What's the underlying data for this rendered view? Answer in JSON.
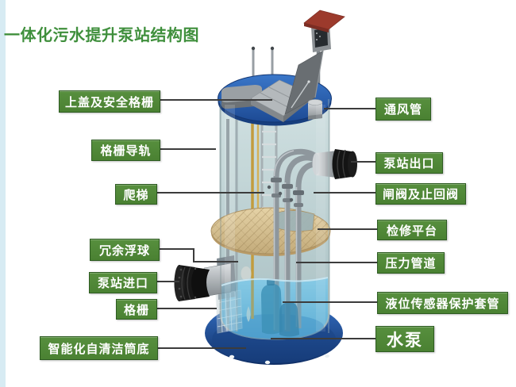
{
  "title": "一体化污水提升泵站结构图",
  "colors": {
    "title_green": "#3f8f3c",
    "label_bg": "#4e8938",
    "label_border": "#2e5c22",
    "label_text": "#ffffff",
    "leader_line": "#3c3c3c",
    "lid_blue": "#2b5fae",
    "base_blue": "#1d4e9e",
    "tank_glass": "#b9d2d4",
    "water_blue": "#6fc0e2",
    "platform_tan": "#d9c08f",
    "flange_black": "#161616",
    "roof_red": "#9c3a2c",
    "background": "#ffffff",
    "left_strip": "#d7ebf3"
  },
  "labels": {
    "left": [
      {
        "id": "top-cover",
        "text": "上盖及安全格栅"
      },
      {
        "id": "grille-guide-rail",
        "text": "格栅导轨"
      },
      {
        "id": "ladder",
        "text": "爬梯"
      },
      {
        "id": "redundant-float",
        "text": "冗余浮球"
      },
      {
        "id": "station-inlet",
        "text": "泵站进口"
      },
      {
        "id": "grille",
        "text": "格栅"
      },
      {
        "id": "self-clean-bottom",
        "text": "智能化自清洁筒底"
      }
    ],
    "right": [
      {
        "id": "vent-pipe",
        "text": "通风管"
      },
      {
        "id": "station-outlet",
        "text": "泵站出口"
      },
      {
        "id": "valves",
        "text": "闸阀及止回阀"
      },
      {
        "id": "service-platform",
        "text": "检修平台"
      },
      {
        "id": "pressure-pipe",
        "text": "压力管道"
      },
      {
        "id": "sensor-sleeve",
        "text": "液位传感器保护套管"
      },
      {
        "id": "water-pump",
        "text": "水泵"
      }
    ]
  }
}
